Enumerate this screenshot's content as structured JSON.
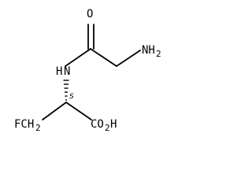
{
  "molecule": {
    "atoms": {
      "carbonyl_o": "O",
      "amide_nh": "H",
      "amide_n": "N",
      "amine_nh2_main": "NH",
      "amine_nh2_sub": "2",
      "stereo_label": "S",
      "fch2_main": "FCH",
      "fch2_sub": "2",
      "acid_main": "CO",
      "acid_sub": "2",
      "acid_h": "H"
    }
  }
}
